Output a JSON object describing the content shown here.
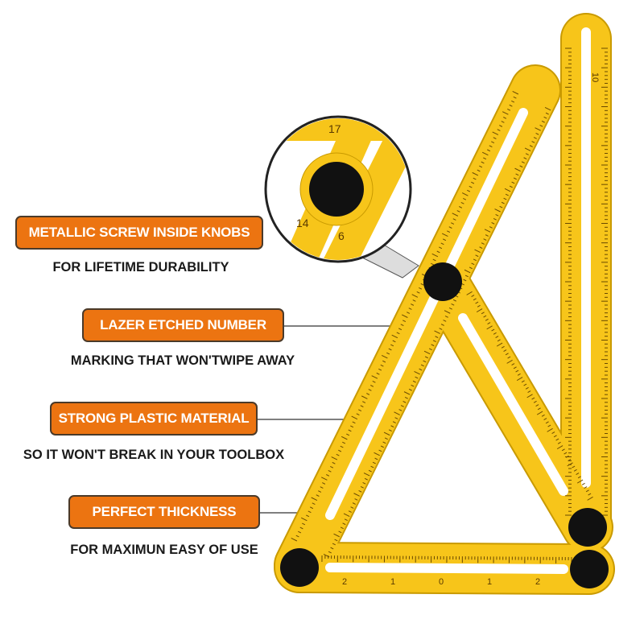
{
  "features": [
    {
      "title": "METALLIC SCREW INSIDE KNOBS",
      "subtitle": "FOR LIFETIME DURABILITY"
    },
    {
      "title": "LAZER ETCHED NUMBER",
      "subtitle": "MARKING THAT WON'TWIPE AWAY"
    },
    {
      "title": "STRONG PLASTIC MATERIAL",
      "subtitle": "SO IT WON'T BREAK IN YOUR TOOLBOX"
    },
    {
      "title": "PERFECT THICKNESS",
      "subtitle": "FOR MAXIMUN EASY OF USE"
    }
  ],
  "colors": {
    "badge": "#ec7411",
    "ruler": "#f7c51a",
    "knob": "#111111"
  },
  "ruler_marks": {
    "bottom": [
      "2",
      "1",
      "0",
      "1",
      "2"
    ],
    "top_right": "10",
    "magnifier": [
      "17",
      "14",
      "6"
    ]
  }
}
